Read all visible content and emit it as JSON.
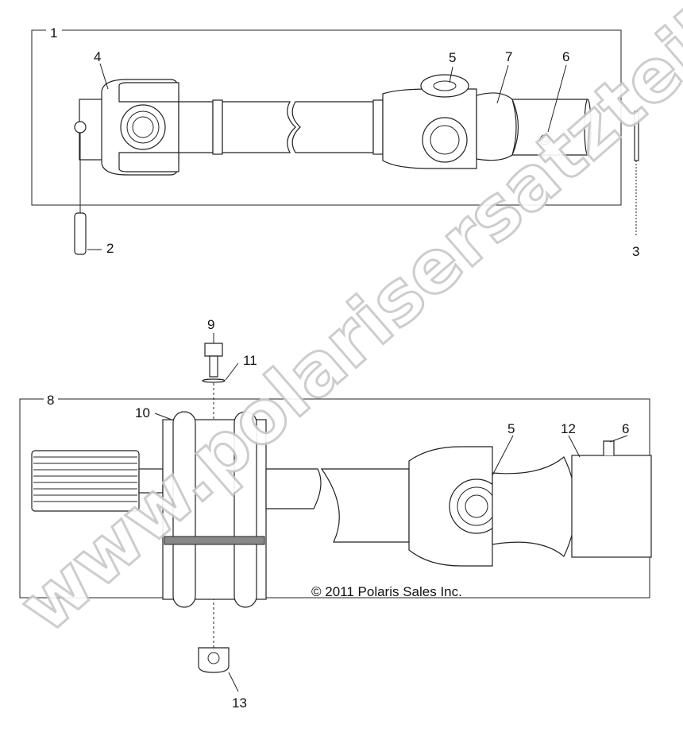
{
  "watermark": "www.polarisersatzteile.de",
  "copyright": "© 2011 Polaris Sales Inc.",
  "callouts": {
    "c1": "1",
    "c2": "2",
    "c3": "3",
    "c4": "4",
    "c5a": "5",
    "c6a": "6",
    "c7": "7",
    "c8": "8",
    "c9": "9",
    "c10": "10",
    "c11": "11",
    "c5b": "5",
    "c12": "12",
    "c6b": "6",
    "c13": "13"
  }
}
